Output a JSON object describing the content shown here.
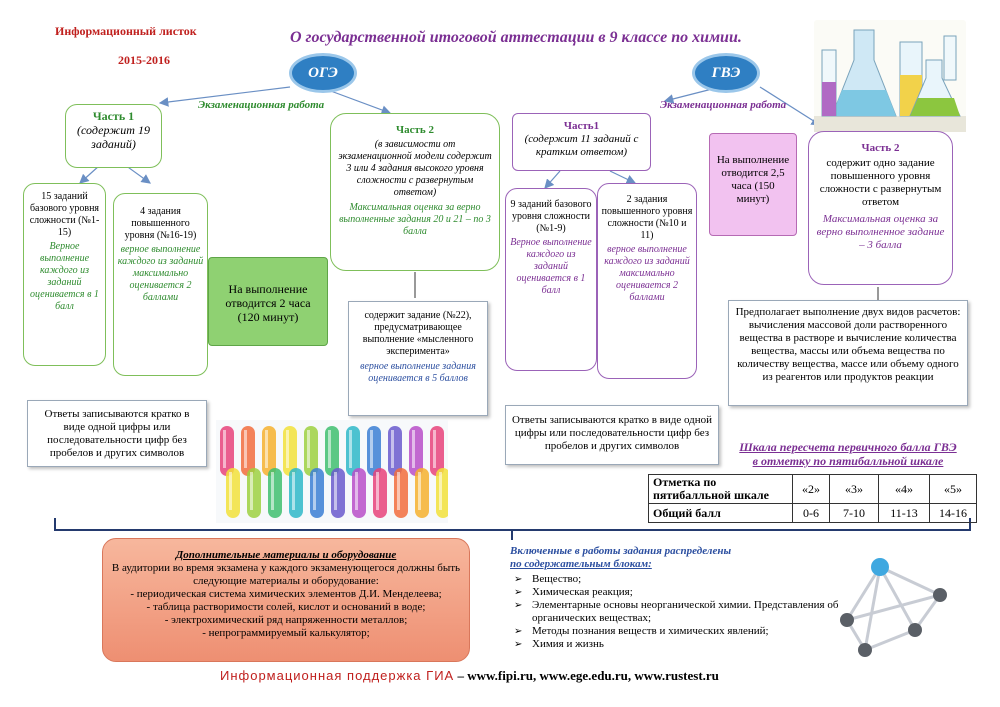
{
  "header": {
    "info_title": "Информационный листок",
    "years": "2015-2016",
    "main_title": "О государственной итоговой аттестации в 9 классе по химии.",
    "oge": "ОГЭ",
    "gve": "ГВЭ",
    "exam_label_oge": "Экзаменационная работа",
    "exam_label_gve": "Экзаменационная работа"
  },
  "oge": {
    "part1": {
      "title": "Часть 1",
      "desc": "(содержит 19 заданий)"
    },
    "part1_basic": {
      "text": "15 заданий базового уровня сложности (№1-15)",
      "score": "Верное выполнение каждого из заданий оценивается в 1 балл"
    },
    "part1_advanced": {
      "text": "4 задания повышенного уровня (№16-19)",
      "score": "верное выполнение каждого из заданий максимально оценивается 2 баллами"
    },
    "time": "На выполнение отводится 2 часа (120 минут)",
    "part2": {
      "title": "Часть 2",
      "desc": "(в зависимости от экзаменационной модели содержит 3 или 4 задания высокого уровня сложности с развернутым ответом)",
      "score": "Максимальная оценка за верно выполненные задания 20 и 21 – по 3 балла"
    },
    "task22": {
      "text": "содержит задание (№22), предусматривающее выполнение «мысленного эксперимента»",
      "score": "верное выполнение задания оценивается в 5 баллов"
    },
    "answers": "Ответы записываются кратко в виде одной цифры или последовательности цифр без пробелов и других символов"
  },
  "gve": {
    "part1": {
      "title": "Часть1",
      "desc": "(содержит 11 заданий с кратким ответом)"
    },
    "part1_basic": {
      "text": "9 заданий базового уровня сложности (№1-9)",
      "score": "Верное выполнение каждого из заданий оценивается в 1 балл"
    },
    "part1_advanced": {
      "text": "2 задания повышенного уровня сложности (№10 и 11)",
      "score": "верное выполнение каждого из заданий максимально оценивается 2 баллами"
    },
    "time": "На выполнение отводится 2,5 часа (150 минут)",
    "part2": {
      "title": "Часть 2",
      "desc": "содержит одно задание повышенного уровня сложности с развернутым ответом",
      "score": "Максимальная оценка за верно выполненное задание – 3 балла"
    },
    "part2_detail": "Предполагает выполнение двух видов расчетов: вычисления массовой доли растворенного вещества в растворе и вычисление количества вещества, массы или объема вещества по количеству вещества, массе или объему одного из реагентов или продуктов реакции",
    "answers": "Ответы записываются кратко в виде одной цифры или последовательности цифр без пробелов и других символов"
  },
  "scale": {
    "title_line1": "Шкала пересчета первичного балла ГВЭ",
    "title_line2": "в отметку по пятибалльной шкале",
    "row1_label": "Отметка по пятибалльной шкале",
    "row2_label": "Общий балл",
    "grades": [
      "«2»",
      "«3»",
      "«4»",
      "«5»"
    ],
    "scores": [
      "0-6",
      "7-10",
      "11-13",
      "14-16"
    ]
  },
  "materials": {
    "title": "Дополнительные материалы и оборудование",
    "intro": "В аудитории во время экзамена у каждого экзаменующегося должны быть следующие материалы и оборудование:",
    "items": [
      "- периодическая система химических элементов Д.И. Менделеева;",
      "- таблица растворимости солей, кислот и оснований в воде;",
      "- электрохимический ряд напряженности металлов;",
      "- непрограммируемый калькулятор;"
    ]
  },
  "blocks": {
    "title_line1": "Включенные в работы задания распределены",
    "title_line2": "по содержательным блокам:",
    "items": [
      "Вещество;",
      "Химическая реакция;",
      "Элементарные основы неорганической химии. Представления об органических веществах;",
      "Методы познания веществ и химических явлений;",
      "Химия и жизнь"
    ]
  },
  "footer": {
    "support": "Информационная поддержка ГИА",
    "sites": "– www.fipi.ru, www.ege.edu.ru, www.rustest.ru"
  }
}
